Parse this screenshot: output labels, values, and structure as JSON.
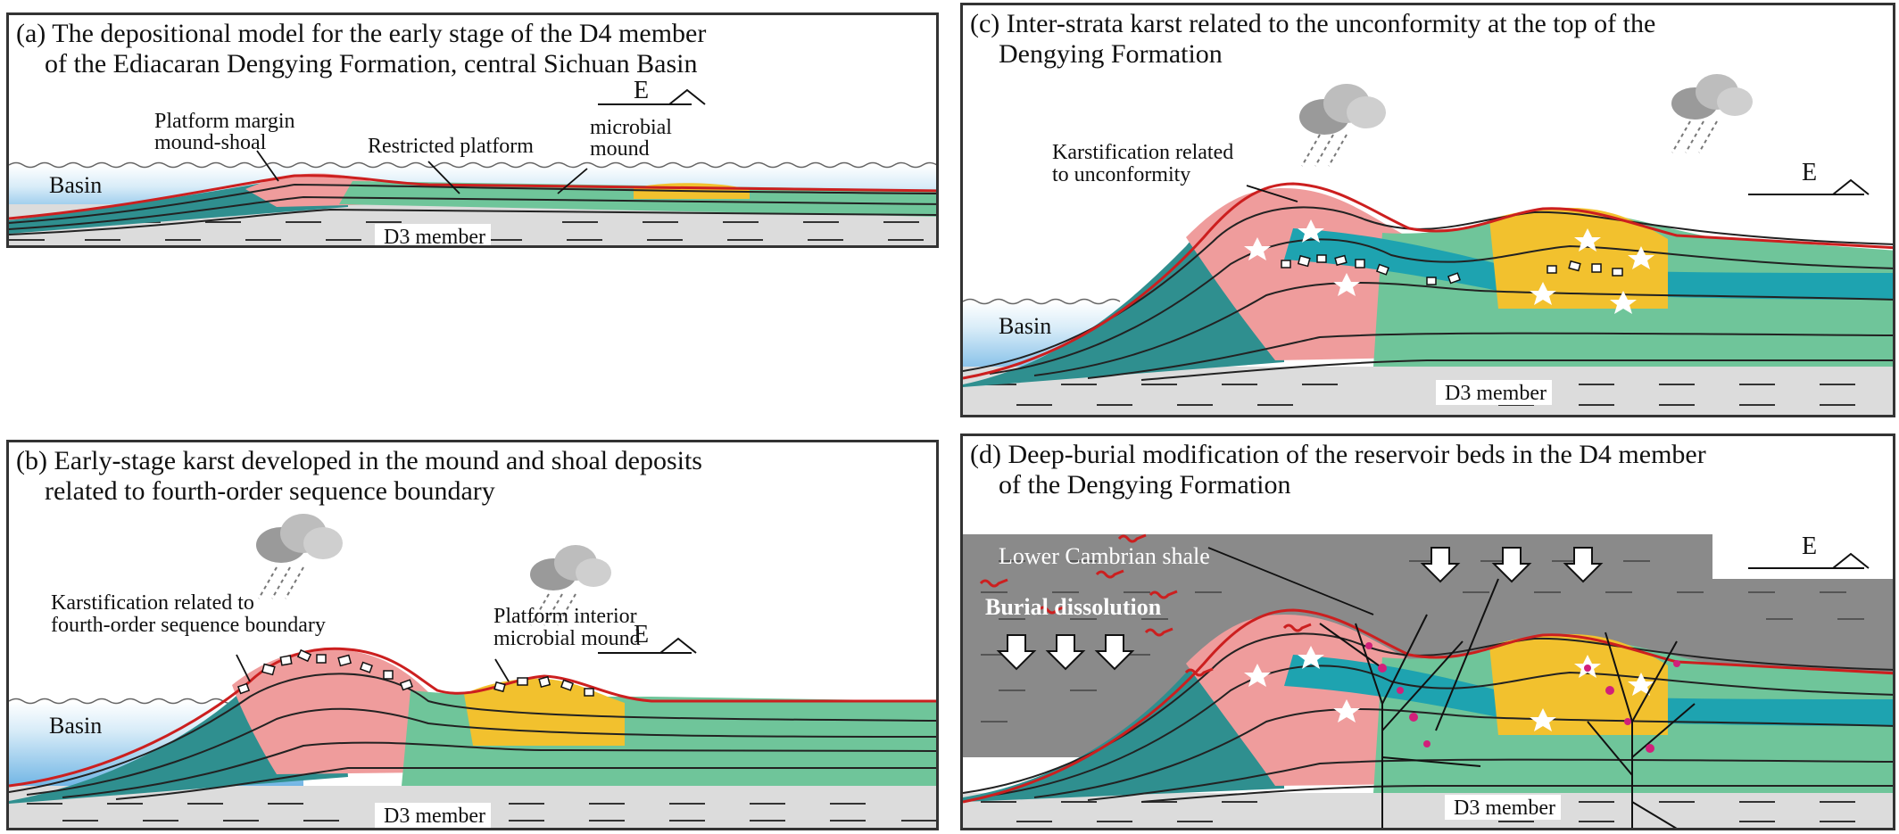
{
  "colors": {
    "pink": "#ef9c9c",
    "green": "#6fc59a",
    "teal_dark": "#2f8f8f",
    "teal": "#1ea3b0",
    "yellow": "#f2c12e",
    "grey_base": "#dcdcdc",
    "shale": "#8a8a8a",
    "water_top": "#cfe6f5",
    "water_bottom": "#5aa9e0",
    "red_line": "#cc1f1f",
    "magenta": "#d1207a"
  },
  "panels": {
    "a": {
      "title_line1": "(a) The depositional model for the early stage of the D4 member",
      "title_line2": "of the Ediacaran Dengying Formation, central Sichuan Basin",
      "labels": {
        "basin": "Basin",
        "margin_line1": "Platform margin",
        "margin_line2": "mound-shoal",
        "restricted": "Restricted platform",
        "microbial_line1": "microbial",
        "microbial_line2": "mound",
        "d3": "D3 member",
        "east": "E"
      }
    },
    "b": {
      "title_line1": "(b) Early-stage karst developed in the mound and shoal deposits",
      "title_line2": "related to fourth-order sequence boundary",
      "labels": {
        "basin": "Basin",
        "karst_line1": "Karstification related to",
        "karst_line2": "fourth-order sequence boundary",
        "interior_line1": "Platform interior",
        "interior_line2": "microbial mound",
        "d3": "D3 member",
        "east": "E"
      }
    },
    "c": {
      "title_line1": "(c) Inter-strata karst related to the unconformity at the top of the",
      "title_line2": "Dengying Formation",
      "labels": {
        "karst_line1": "Karstification related",
        "karst_line2": "to unconformity",
        "basin": "Basin",
        "d3": "D3 member",
        "east": "E"
      }
    },
    "d": {
      "title_line1": "(d) Deep-burial modification of the reservoir beds in the D4 member",
      "title_line2": "of the Dengying Formation",
      "labels": {
        "shale": "Lower Cambrian shale",
        "burial": "Burial dissolution",
        "d3": "D3 member",
        "east": "E"
      }
    }
  }
}
